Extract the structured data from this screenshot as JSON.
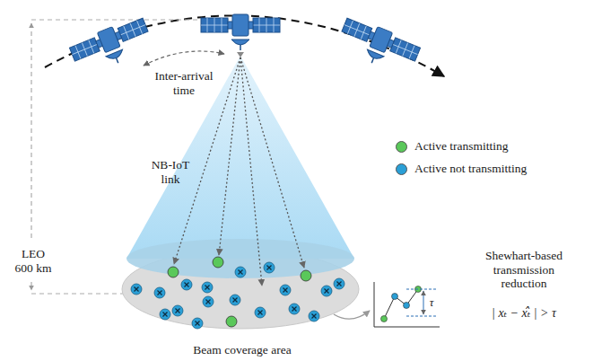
{
  "diagram": {
    "labels": [
      "Inter-arrival time",
      "NB-IoT link",
      "LEO 600 km",
      "Beam coverage area",
      "Shewhart-based transmission reduction",
      "| xₜ − xₜ̂ | > τ",
      "τ"
    ],
    "legend": [
      {
        "text": "Active transmitting",
        "color": "#5ac85a"
      },
      {
        "text": "Active not transmitting",
        "color": "#2a9fd6"
      }
    ]
  }
}
